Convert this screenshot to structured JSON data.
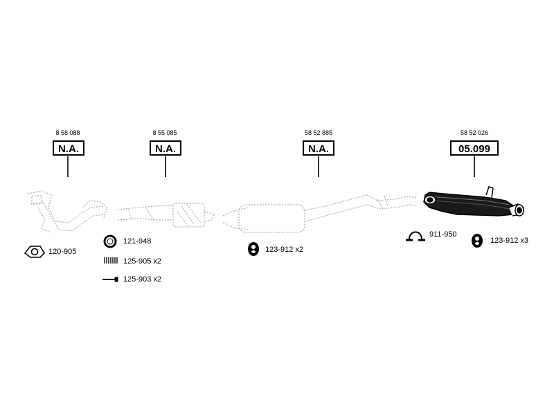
{
  "sections": [
    {
      "ref": "8 58 088",
      "label": "N.A."
    },
    {
      "ref": "8 55 085",
      "label": "N.A."
    },
    {
      "ref": "58 52 885",
      "label": "N.A."
    },
    {
      "ref": "58 52 026",
      "label": "05.099"
    }
  ],
  "parts": [
    {
      "code": "120-905",
      "icon": "flange-gasket-icon"
    },
    {
      "code": "121-948",
      "icon": "sealing-ring-icon"
    },
    {
      "code": "125-905 x2",
      "icon": "spring-icon"
    },
    {
      "code": "125-903 x2",
      "icon": "bolt-icon"
    },
    {
      "code": "123-912 x2",
      "icon": "rubber-hanger-icon"
    },
    {
      "code": "911-950",
      "icon": "pipe-clamp-icon"
    },
    {
      "code": "123-912 x3",
      "icon": "rubber-hanger-icon"
    }
  ]
}
